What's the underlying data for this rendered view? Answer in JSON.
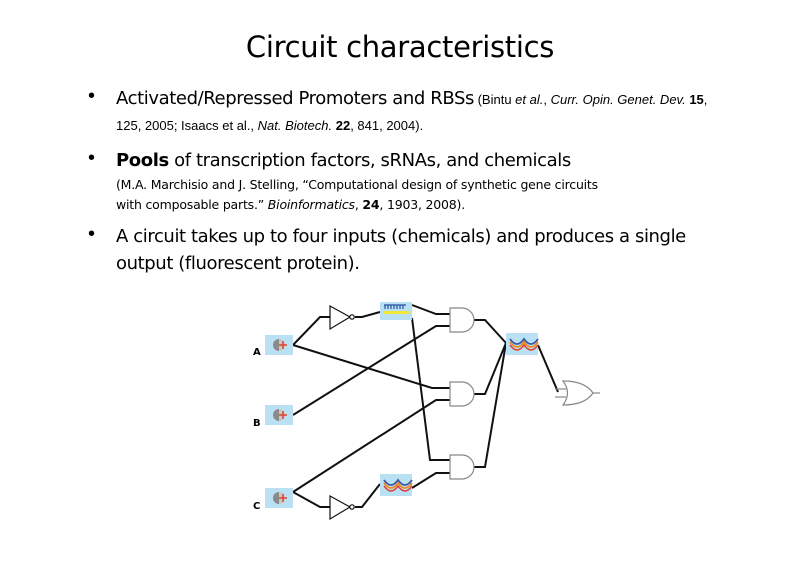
{
  "slide": {
    "title": "Circuit characteristics",
    "bullets": [
      {
        "main": "Activated/Repressed Promoters and RBSs",
        "ref_parts": [
          {
            "text": " (Bintu ",
            "style": "normal"
          },
          {
            "text": "et al.",
            "style": "italic"
          },
          {
            "text": ", ",
            "style": "normal"
          },
          {
            "text": "Curr. Opin. Genet. Dev.",
            "style": "italic"
          },
          {
            "text": " ",
            "style": "normal"
          },
          {
            "text": "15",
            "style": "bold"
          },
          {
            "text": ", 125, 2005; Isaacs et al., ",
            "style": "normal"
          },
          {
            "text": "Nat. Biotech.",
            "style": "italic"
          },
          {
            "text": " ",
            "style": "normal"
          },
          {
            "text": "22",
            "style": "bold"
          },
          {
            "text": ", 841, 2004).",
            "style": "normal"
          }
        ]
      },
      {
        "main_bold": "Pools",
        "main": " of transcription factors, sRNAs, and chemicals",
        "ref_line1": "(M.A. Marchisio and J. Stelling, “Computational design of synthetic gene circuits",
        "ref_line2_a": "with composable parts.” ",
        "ref_line2_journal": "Bioinformatics",
        "ref_line2_b": ", ",
        "ref_line2_vol": "24",
        "ref_line2_c": ", 1903, 2008)."
      },
      {
        "main": "A circuit takes up to four inputs (chemicals) and produces a single output (fluorescent protein)."
      }
    ],
    "bullet_glyph": "•"
  },
  "diagram": {
    "inputs": [
      {
        "label": "A",
        "icon": "chemical-inducer-icon"
      },
      {
        "label": "B",
        "icon": "chemical-inducer-icon"
      },
      {
        "label": "C",
        "icon": "chemical-inducer-icon"
      }
    ],
    "components": {
      "not_gates": 2,
      "and_gates": 3,
      "or_gates": 1,
      "promoter_box": "promoter-icon",
      "srna_boxes": 2
    },
    "colors": {
      "box_fill": "#b9e0f3",
      "inducer_gray": "#8a8a8a",
      "inducer_red": "#d9452b",
      "promoter_blue": "#2a4fa0",
      "promoter_yellow": "#f3e63a",
      "wave_blue": "#3a5aa8",
      "wave_orange": "#f08a1c",
      "wave_red": "#e23a2a",
      "wave_yellow": "#f3d23a",
      "gate_stroke": "#888888",
      "wire": "#111111"
    }
  }
}
